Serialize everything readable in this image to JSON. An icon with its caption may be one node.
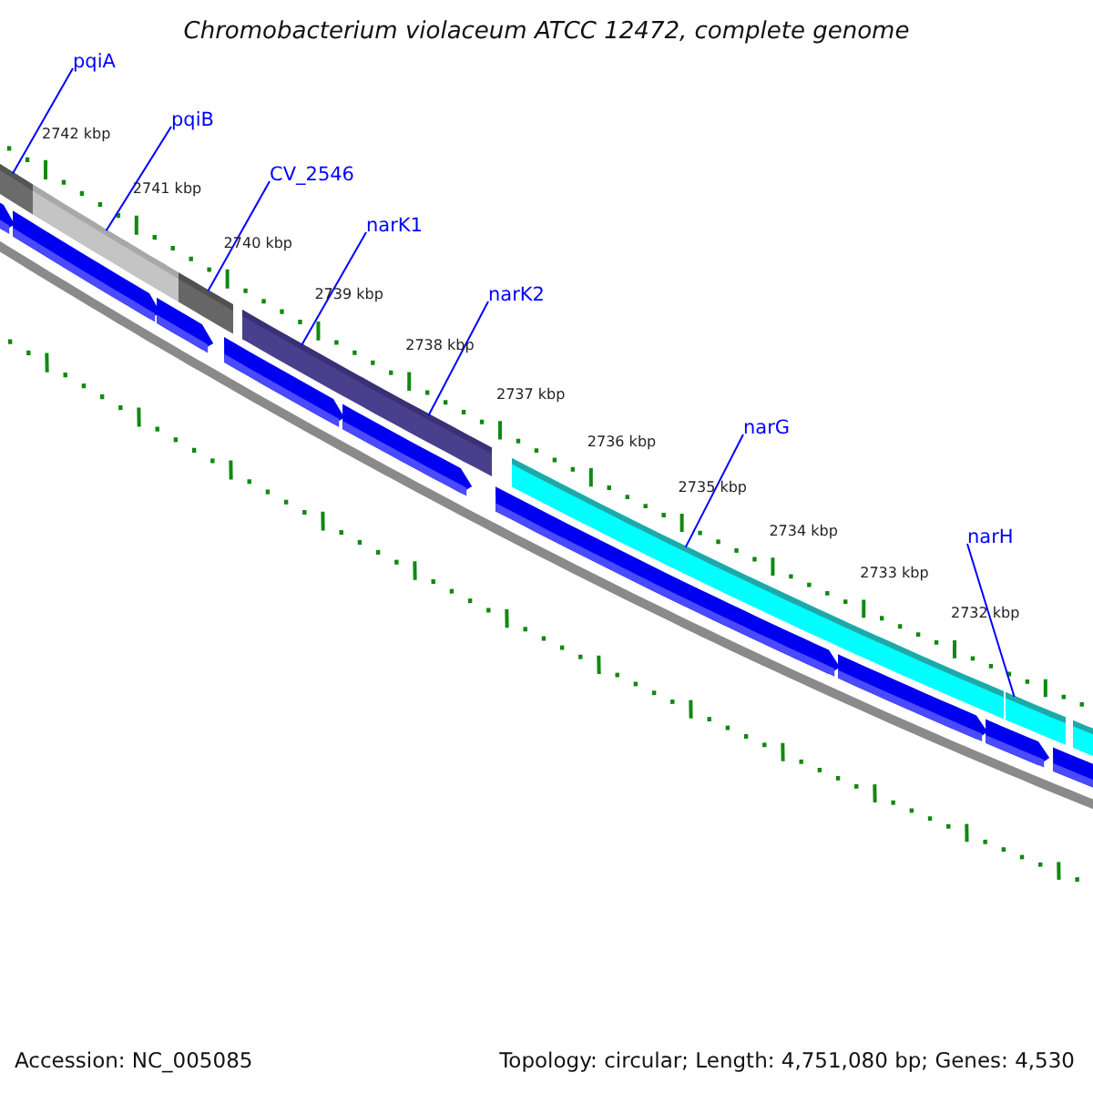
{
  "diagram": {
    "title": "Chromobacterium violaceum ATCC 12472, complete genome",
    "nodes": [
      {
        "text": [
          "pqiA"
        ]
      },
      {
        "text": [
          "pqiB"
        ]
      },
      {
        "text": [
          "CV_2546"
        ]
      },
      {
        "text": [
          "narK1"
        ]
      },
      {
        "text": [
          "narK2"
        ]
      },
      {
        "text": [
          "narG"
        ]
      },
      {
        "text": [
          "narH"
        ]
      },
      {
        "text": [],
        "shape": "bar"
      },
      {
        "text": [],
        "shape": "bar"
      },
      {
        "text": [],
        "shape": "bar"
      },
      {
        "text": [],
        "shape": "bar"
      },
      {
        "text": [],
        "shape": "bar"
      },
      {
        "text": [],
        "shape": "bar"
      },
      {
        "text": [],
        "shape": "bar"
      },
      {
        "text": [],
        "shape": "bar"
      }
    ],
    "edges": [
      {
        "from": 0,
        "to": 7,
        "arrow": "none"
      },
      {
        "from": 1,
        "to": 8,
        "arrow": "none"
      },
      {
        "from": 2,
        "to": 9,
        "arrow": "none"
      },
      {
        "from": 3,
        "to": 10,
        "arrow": "none"
      },
      {
        "from": 4,
        "to": 11,
        "arrow": "none"
      },
      {
        "from": 5,
        "to": 12,
        "arrow": "none"
      },
      {
        "from": 6,
        "to": 13,
        "arrow": "none"
      }
    ],
    "labels": [
      "2742 kbp",
      "2741 kbp",
      "2740 kbp",
      "2739 kbp",
      "2738 kbp",
      "2737 kbp",
      "2736 kbp",
      "2735 kbp",
      "2734 kbp",
      "2733 kbp",
      "2732 kbp",
      "Accession: NC_005085",
      "Topology: circular; Length: 4,751,080 bp; Genes: 4,530"
    ]
  }
}
